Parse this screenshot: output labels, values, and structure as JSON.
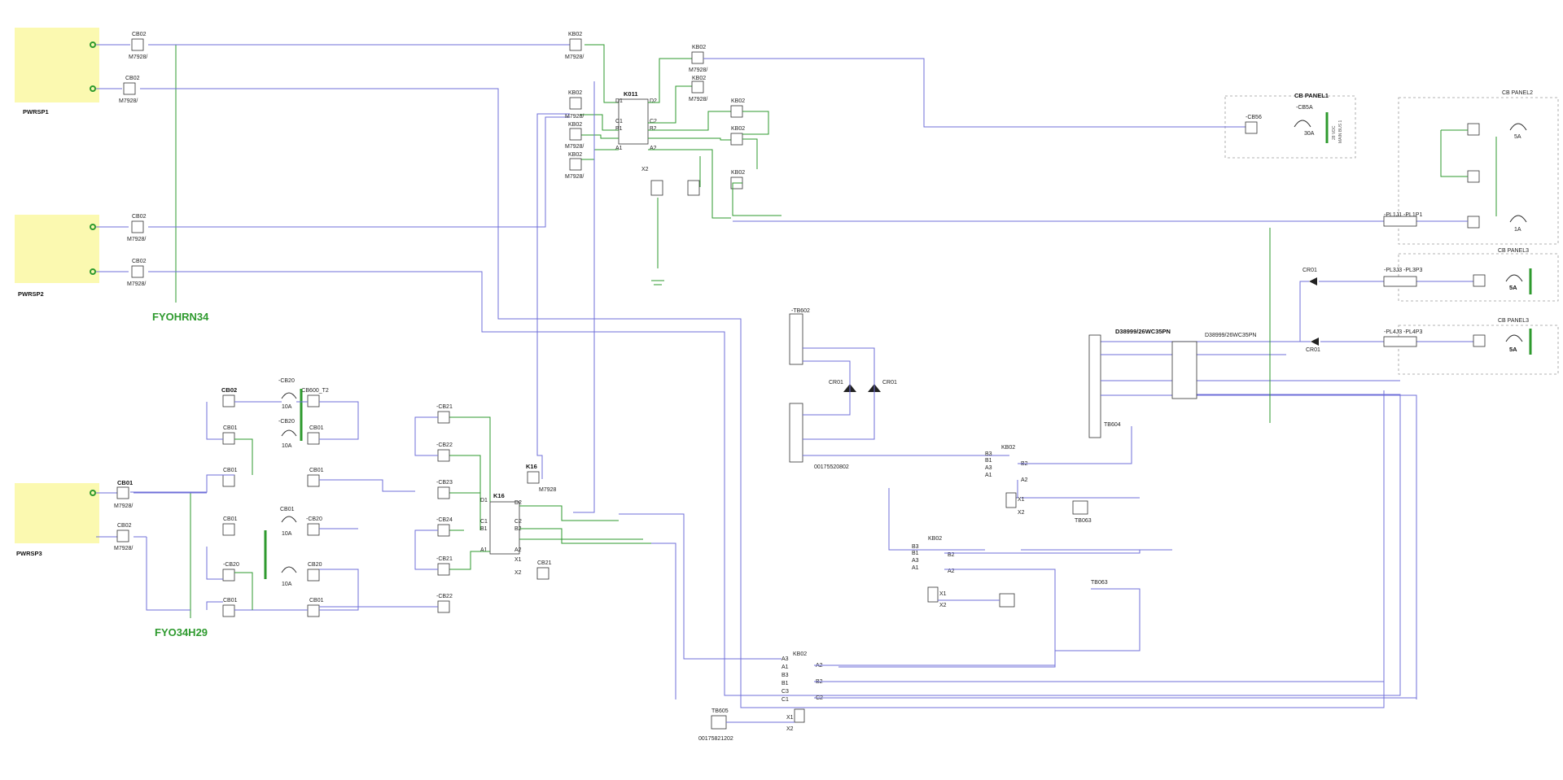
{
  "colors": {
    "wire": "#6f6fd8",
    "green": "#2e9a2e",
    "psu_fill": "#fbf9b0"
  },
  "power_supplies": [
    {
      "id": "psu1",
      "label": "PWRSP1"
    },
    {
      "id": "psu2",
      "label": "PWRSP2"
    },
    {
      "id": "psu3",
      "label": "PWRSP3"
    }
  ],
  "bus_labels": {
    "top": "FYOHRN34",
    "bottom": "FYO34H29"
  },
  "relays": {
    "k011": "K011",
    "k16": "K16",
    "k16_coil": "K16"
  },
  "panels": {
    "p1": "CB PANEL1",
    "p2": "CB PANEL2",
    "p3": "CB PANEL3",
    "p3b": "CB PANEL3",
    "cb56": "-CB56",
    "cb5a": "-CB5A",
    "amp30": "30A",
    "bus_text": "28 VDC",
    "bus_text2": "MAIN BUS 1",
    "amp_5a": "5A",
    "amp_1a": "1A"
  },
  "connectors": {
    "d389_a": "D38999/26WC35PN",
    "d389_b": "D38999/26WC35PN",
    "pl1j1": "-PL1J1",
    "pl1p1": "-PL1P1",
    "pl3j3": "-PL3J3",
    "pl3p3": "-PL3P3",
    "pl4j3": "-PL4J3",
    "pl4p3": "-PL4P3",
    "cr01": "CR01",
    "tb602": "-TB602",
    "tb604": "TB604",
    "tb063": "TB063",
    "tb063b": "TB063",
    "tb605": "TB605",
    "part1": "00175520802",
    "part2": "00175821202"
  },
  "pins": {
    "d1": "D1",
    "d2": "D2",
    "c1": "C1",
    "c2": "C2",
    "b1": "B1",
    "b2": "B2",
    "a1": "A1",
    "a2": "A2",
    "a3": "A3",
    "b3": "B3",
    "c3": "C3",
    "x1": "X1",
    "x2": "X2"
  },
  "parts": {
    "kb02": "KB02",
    "m7928": "M7928/",
    "m7928n": "M7928",
    "cb02": "CB02",
    "cb01": "CB01",
    "cb20": "-CB20",
    "cb20b": "CB20",
    "cb20n": "-CB20",
    "cb600": "-CB600_T2",
    "cb21": "-CB21",
    "cb22": "-CB22",
    "cb23": "-CB23",
    "cb24": "-CB24",
    "amp10": "10A",
    "cb02b": "-CB02",
    "cb21b": "CB21"
  }
}
